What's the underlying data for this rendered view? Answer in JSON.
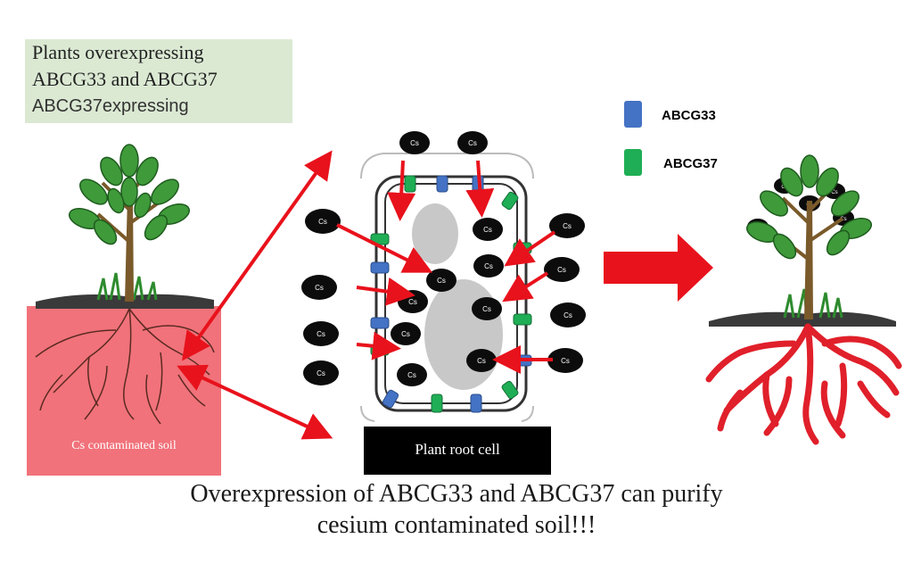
{
  "title_box": {
    "line1": "Plants overexpressing",
    "line2": "ABCG33 and ABCG37",
    "line3": "ABCG37expressing"
  },
  "soil_label": "Cs contaminated soil",
  "cell_label": "Plant root cell",
  "legend": {
    "abcg33": {
      "label": "ABCG33",
      "color": "#4472c4"
    },
    "abcg37": {
      "label": "ABCG37",
      "color": "#1fae55"
    }
  },
  "cs_label": "Cs",
  "caption": {
    "line1": "Overexpression of ABCG33 and ABCG37 can purify",
    "line2": "cesium contaminated soil!!!"
  },
  "colors": {
    "arrow": "#e8121c",
    "soil": "#f1727a",
    "root_red": "#e0202a",
    "leaf": "#3f9a3a",
    "trunk": "#7a5a2a",
    "cell_gray": "#c8c8c8"
  }
}
